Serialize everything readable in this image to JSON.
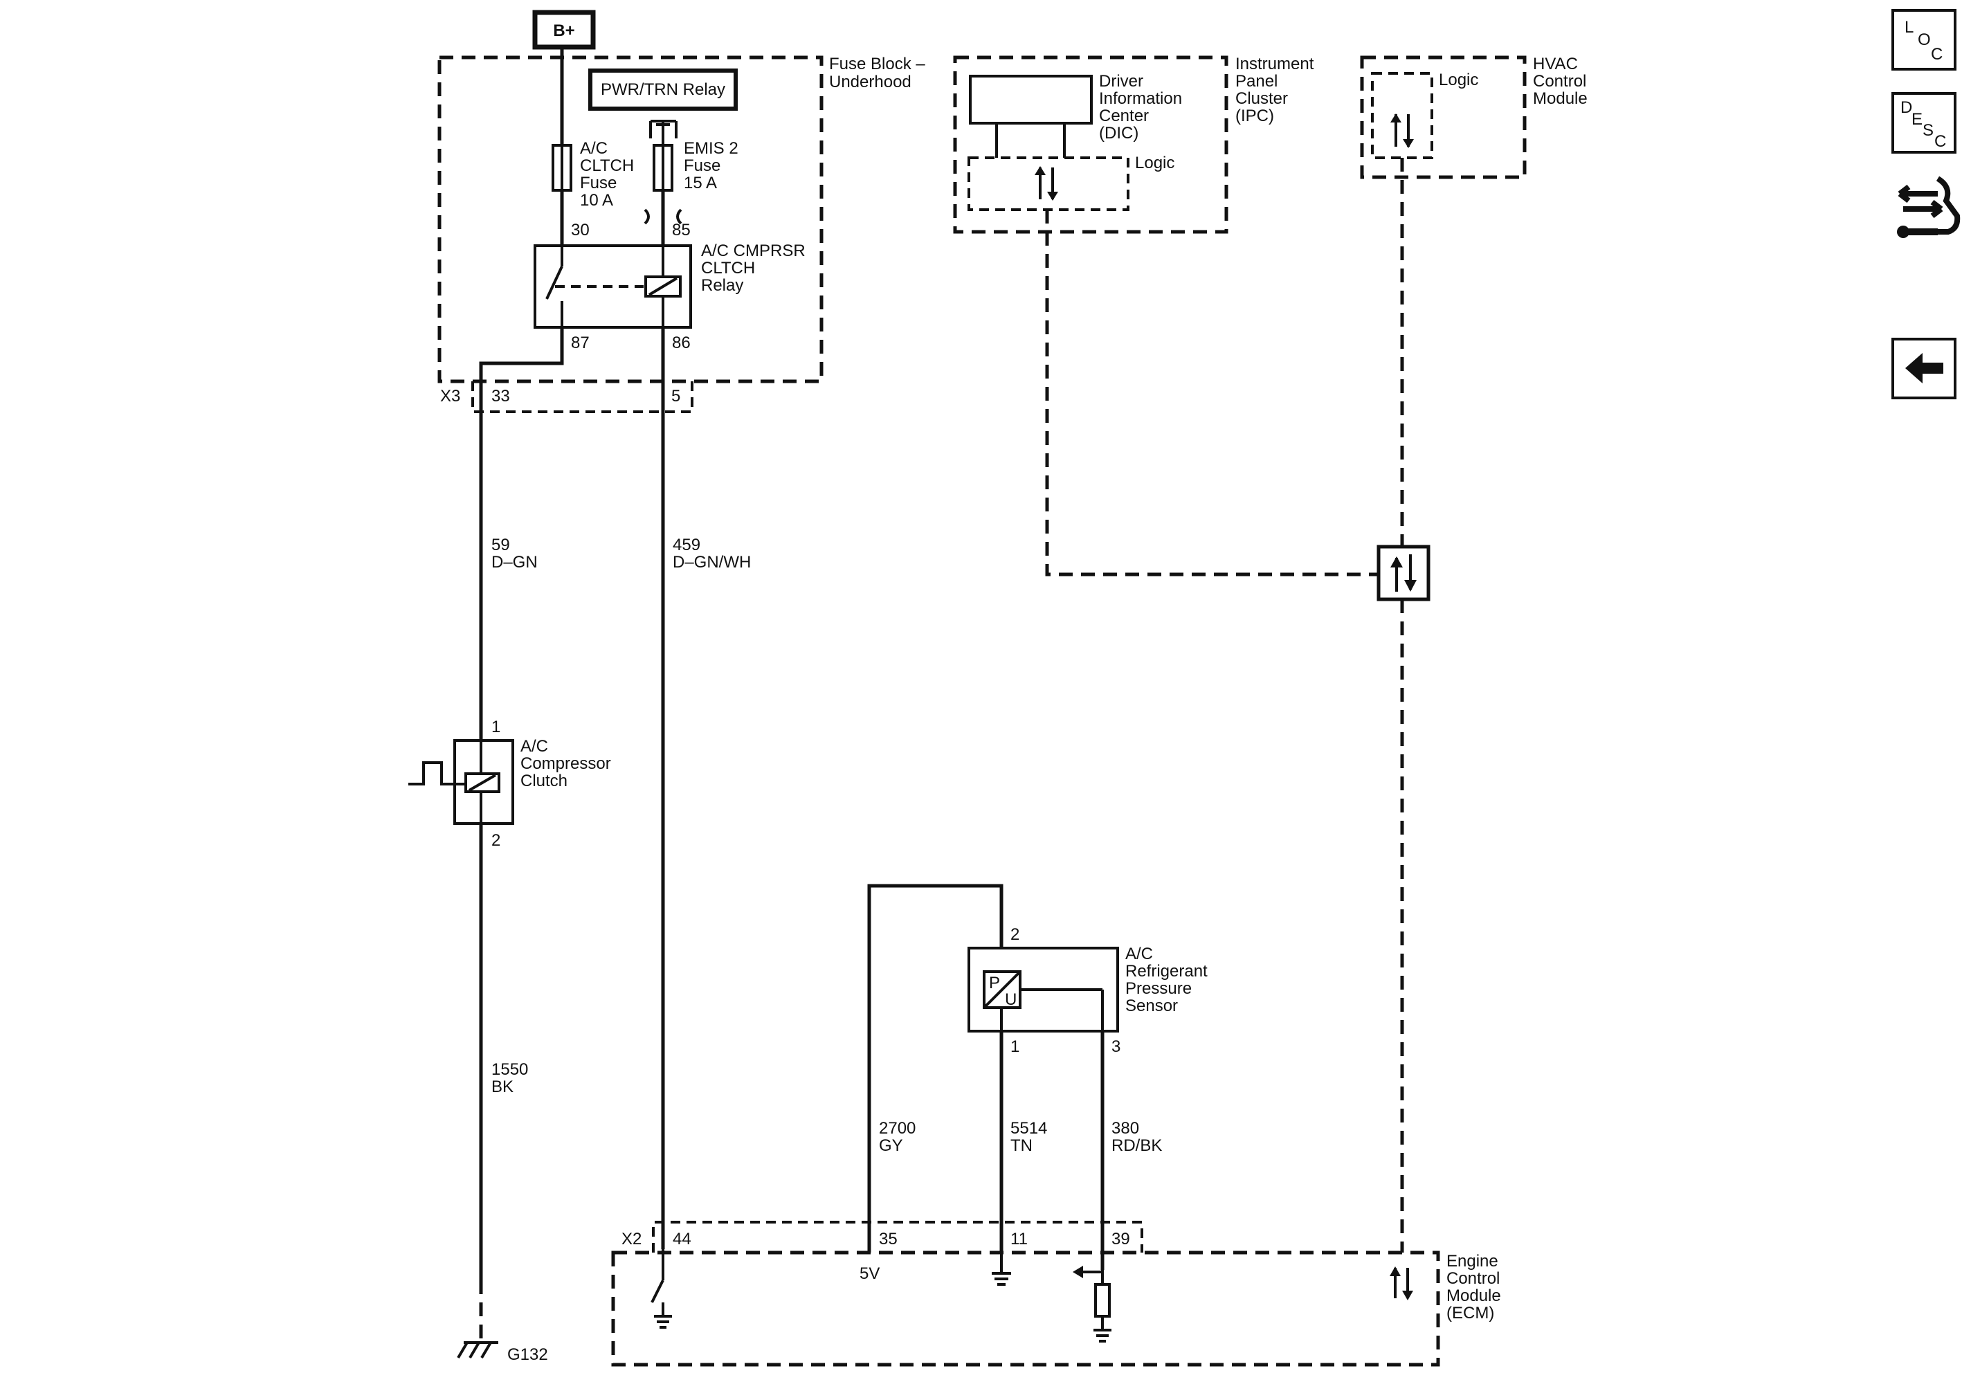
{
  "battery": "B+",
  "fuse_block": {
    "label": [
      "Fuse Block –",
      "Underhood"
    ],
    "pwr_trn_relay": "PWR/TRN Relay",
    "ac_fuse": [
      "A/C",
      "CLTCH",
      "Fuse",
      "10 A"
    ],
    "emis_fuse": [
      "EMIS 2",
      "Fuse",
      "15 A"
    ],
    "relay_label": [
      "A/C CMPRSR",
      "CLTCH",
      "Relay"
    ],
    "pins": {
      "p30": "30",
      "p85": "85",
      "p87": "87",
      "p86": "86"
    }
  },
  "connector_x3": {
    "name": "X3",
    "pin_a": "33",
    "pin_b": "5"
  },
  "wire_59": {
    "circuit": "59",
    "color": "D–GN"
  },
  "wire_459": {
    "circuit": "459",
    "color": "D–GN/WH"
  },
  "clutch": {
    "label": [
      "A/C",
      "Compressor",
      "Clutch"
    ],
    "pin1": "1",
    "pin2": "2"
  },
  "wire_1550": {
    "circuit": "1550",
    "color": "BK"
  },
  "ground": "G132",
  "ipc": {
    "label": [
      "Instrument",
      "Panel",
      "Cluster",
      "(IPC)"
    ],
    "dic": [
      "Driver",
      "Information",
      "Center",
      "(DIC)"
    ],
    "logic": "Logic"
  },
  "hvac": {
    "label": [
      "HVAC",
      "Control",
      "Module"
    ],
    "logic": "Logic"
  },
  "sensor": {
    "label": [
      "A/C",
      "Refrigerant",
      "Pressure",
      "Sensor"
    ],
    "symbol_p": "P",
    "symbol_u": "U",
    "pin2": "2",
    "pin1": "1",
    "pin3": "3"
  },
  "wire_2700": {
    "circuit": "2700",
    "color": "GY"
  },
  "wire_5514": {
    "circuit": "5514",
    "color": "TN"
  },
  "wire_380": {
    "circuit": "380",
    "color": "RD/BK"
  },
  "connector_x2": {
    "name": "X2",
    "pin44": "44",
    "pin35": "35",
    "pin11": "11",
    "pin39": "39"
  },
  "ecm": {
    "label": [
      "Engine",
      "Control",
      "Module",
      "(ECM)"
    ],
    "ref_5v": "5V"
  },
  "nav": {
    "loc": [
      "L",
      "O",
      "C"
    ],
    "desc": [
      "D",
      "E",
      "S",
      "C"
    ]
  }
}
